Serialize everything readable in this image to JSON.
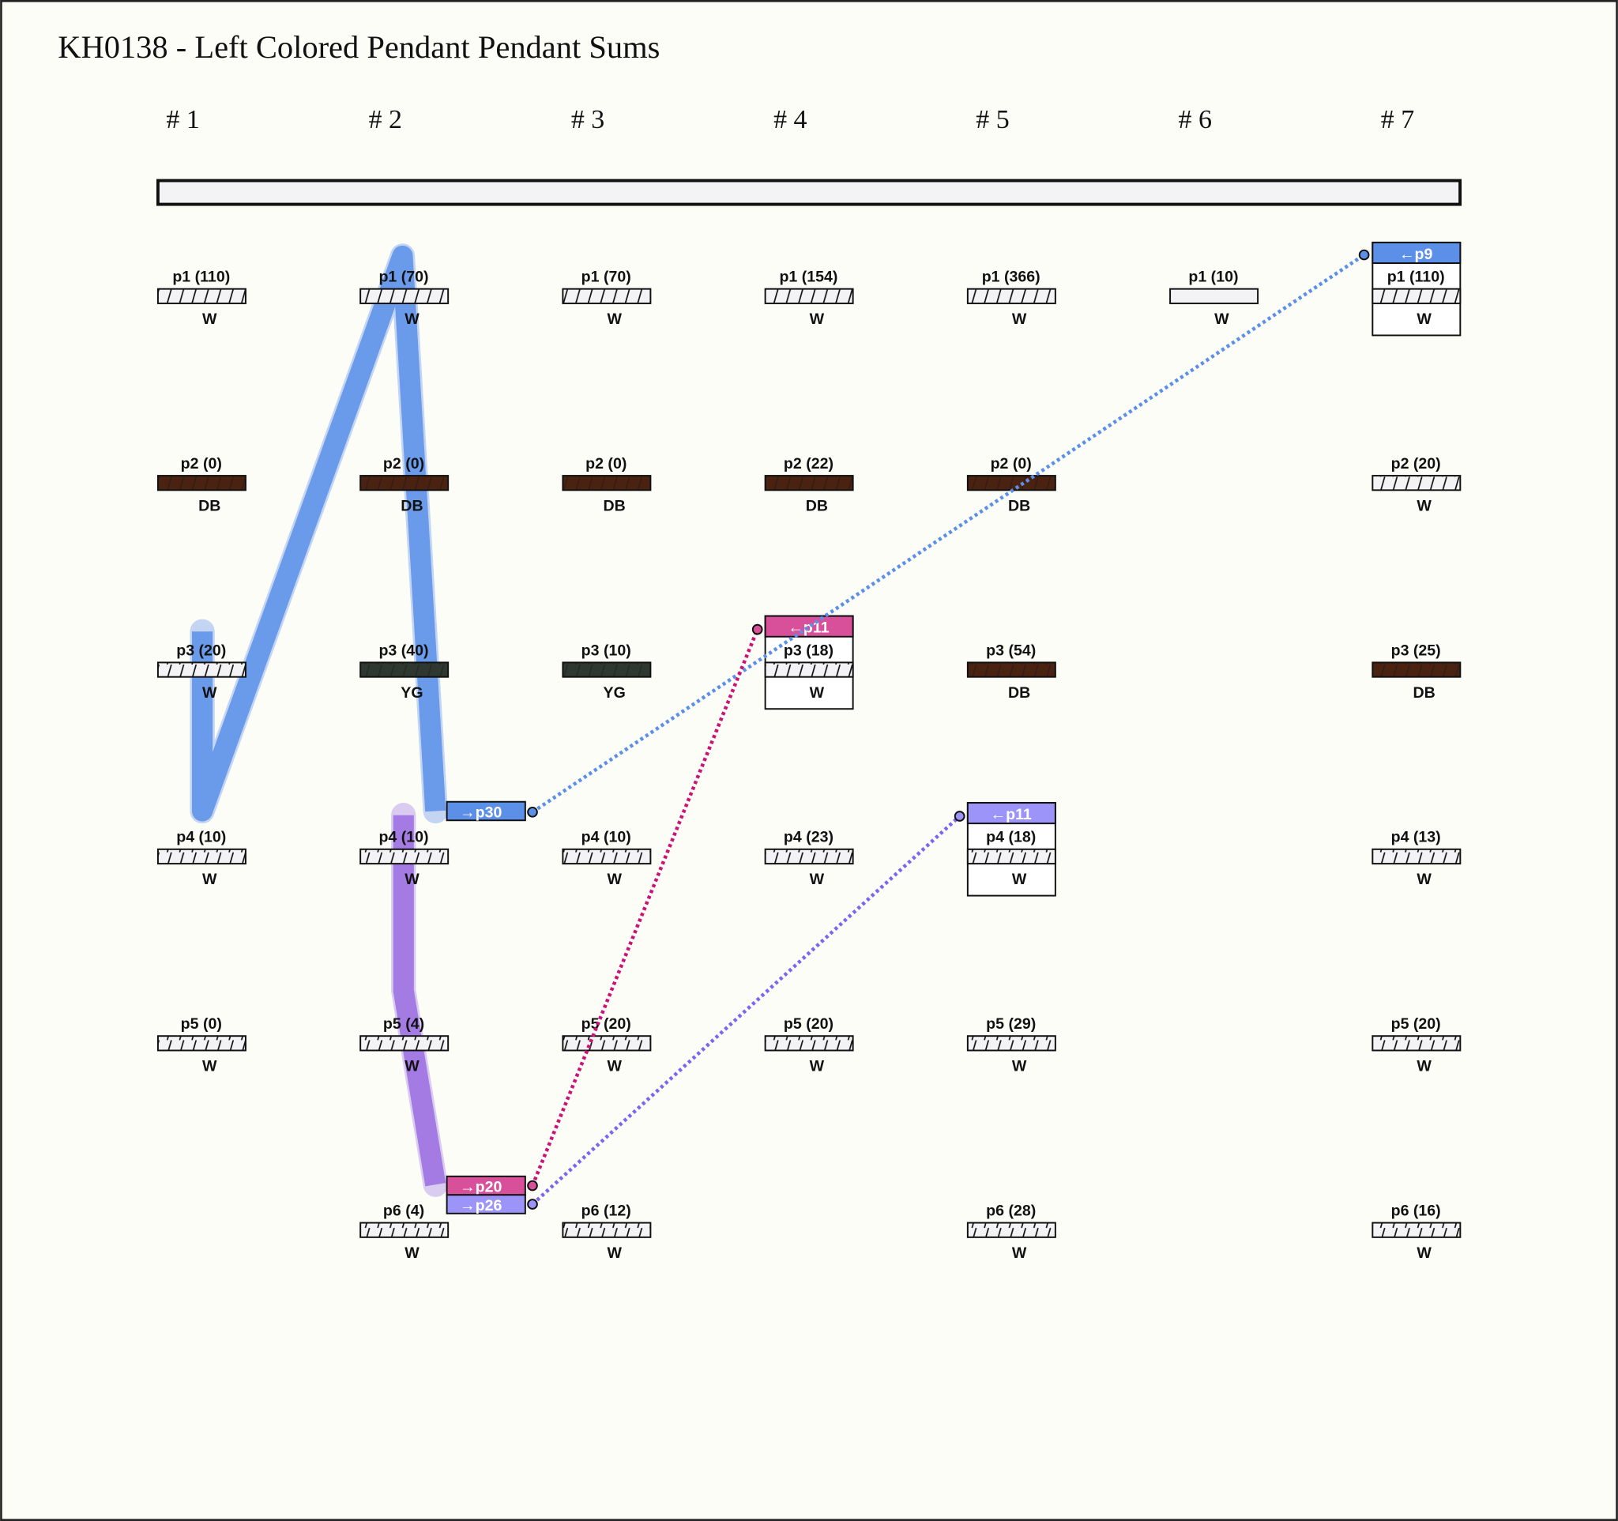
{
  "title": "KH0138 - Left Colored Pendant Pendant Sums",
  "colors": {
    "W": "#f3f3f5",
    "DB": "#4a2212",
    "YG": "#2f3830",
    "blue": "#5b8fe8",
    "blue_light": "#bcd0f2",
    "pink": "#d8509a",
    "pink_line": "#cc1177",
    "lavender": "#9c94f8",
    "lavender_line": "#7a66f0",
    "purple": "#9a6ce0",
    "purple_light": "#d5c6ee"
  },
  "cords": [
    {
      "label": "# 1",
      "pendants": [
        {
          "label": "p1 (110)",
          "color": "W"
        },
        {
          "label": "p2 (0)",
          "color": "DB"
        },
        {
          "label": "p3 (20)",
          "color": "W"
        },
        {
          "label": "p4 (10)",
          "color": "W"
        },
        {
          "label": "p5 (0)",
          "color": "W"
        }
      ]
    },
    {
      "label": "# 2",
      "pendants": [
        {
          "label": "p1 (70)",
          "color": "W"
        },
        {
          "label": "p2 (0)",
          "color": "DB"
        },
        {
          "label": "p3 (40)",
          "color": "YG"
        },
        {
          "label": "p4 (10)",
          "color": "W"
        },
        {
          "label": "p5 (4)",
          "color": "W"
        },
        {
          "label": "p6 (4)",
          "color": "W"
        }
      ]
    },
    {
      "label": "# 3",
      "pendants": [
        {
          "label": "p1 (70)",
          "color": "W"
        },
        {
          "label": "p2 (0)",
          "color": "DB"
        },
        {
          "label": "p3 (10)",
          "color": "YG"
        },
        {
          "label": "p4 (10)",
          "color": "W"
        },
        {
          "label": "p5 (20)",
          "color": "W"
        },
        {
          "label": "p6 (12)",
          "color": "W"
        }
      ]
    },
    {
      "label": "# 4",
      "pendants": [
        {
          "label": "p1 (154)",
          "color": "W"
        },
        {
          "label": "p2 (22)",
          "color": "DB"
        },
        {
          "label": "p3 (18)",
          "color": "W",
          "sum": "←p11",
          "sumColor": "pink"
        },
        {
          "label": "p4 (23)",
          "color": "W"
        },
        {
          "label": "p5 (20)",
          "color": "W"
        }
      ]
    },
    {
      "label": "# 5",
      "pendants": [
        {
          "label": "p1 (366)",
          "color": "W"
        },
        {
          "label": "p2 (0)",
          "color": "DB"
        },
        {
          "label": "p3 (54)",
          "color": "DB"
        },
        {
          "label": "p4 (18)",
          "color": "W",
          "sum": "←p11",
          "sumColor": "lavender"
        },
        {
          "label": "p5 (29)",
          "color": "W"
        },
        {
          "label": "p6 (28)",
          "color": "W"
        }
      ]
    },
    {
      "label": "# 6",
      "pendants": [
        {
          "label": "p1 (10)",
          "color": "W",
          "plain": true
        }
      ]
    },
    {
      "label": "# 7",
      "pendants": [
        {
          "label": "p1 (110)",
          "color": "W",
          "sum": "←p9",
          "sumColor": "blue"
        },
        {
          "label": "p2 (20)",
          "color": "W"
        },
        {
          "label": "p3 (25)",
          "color": "DB"
        },
        {
          "label": "p4 (13)",
          "color": "W"
        },
        {
          "label": "p5 (20)",
          "color": "W"
        },
        {
          "label": "p6 (16)",
          "color": "W"
        }
      ]
    }
  ],
  "sum_tags": [
    {
      "label": "→p30",
      "color": "blue"
    },
    {
      "label": "→p20",
      "color": "pink"
    },
    {
      "label": "→p26",
      "color": "lavender"
    }
  ]
}
